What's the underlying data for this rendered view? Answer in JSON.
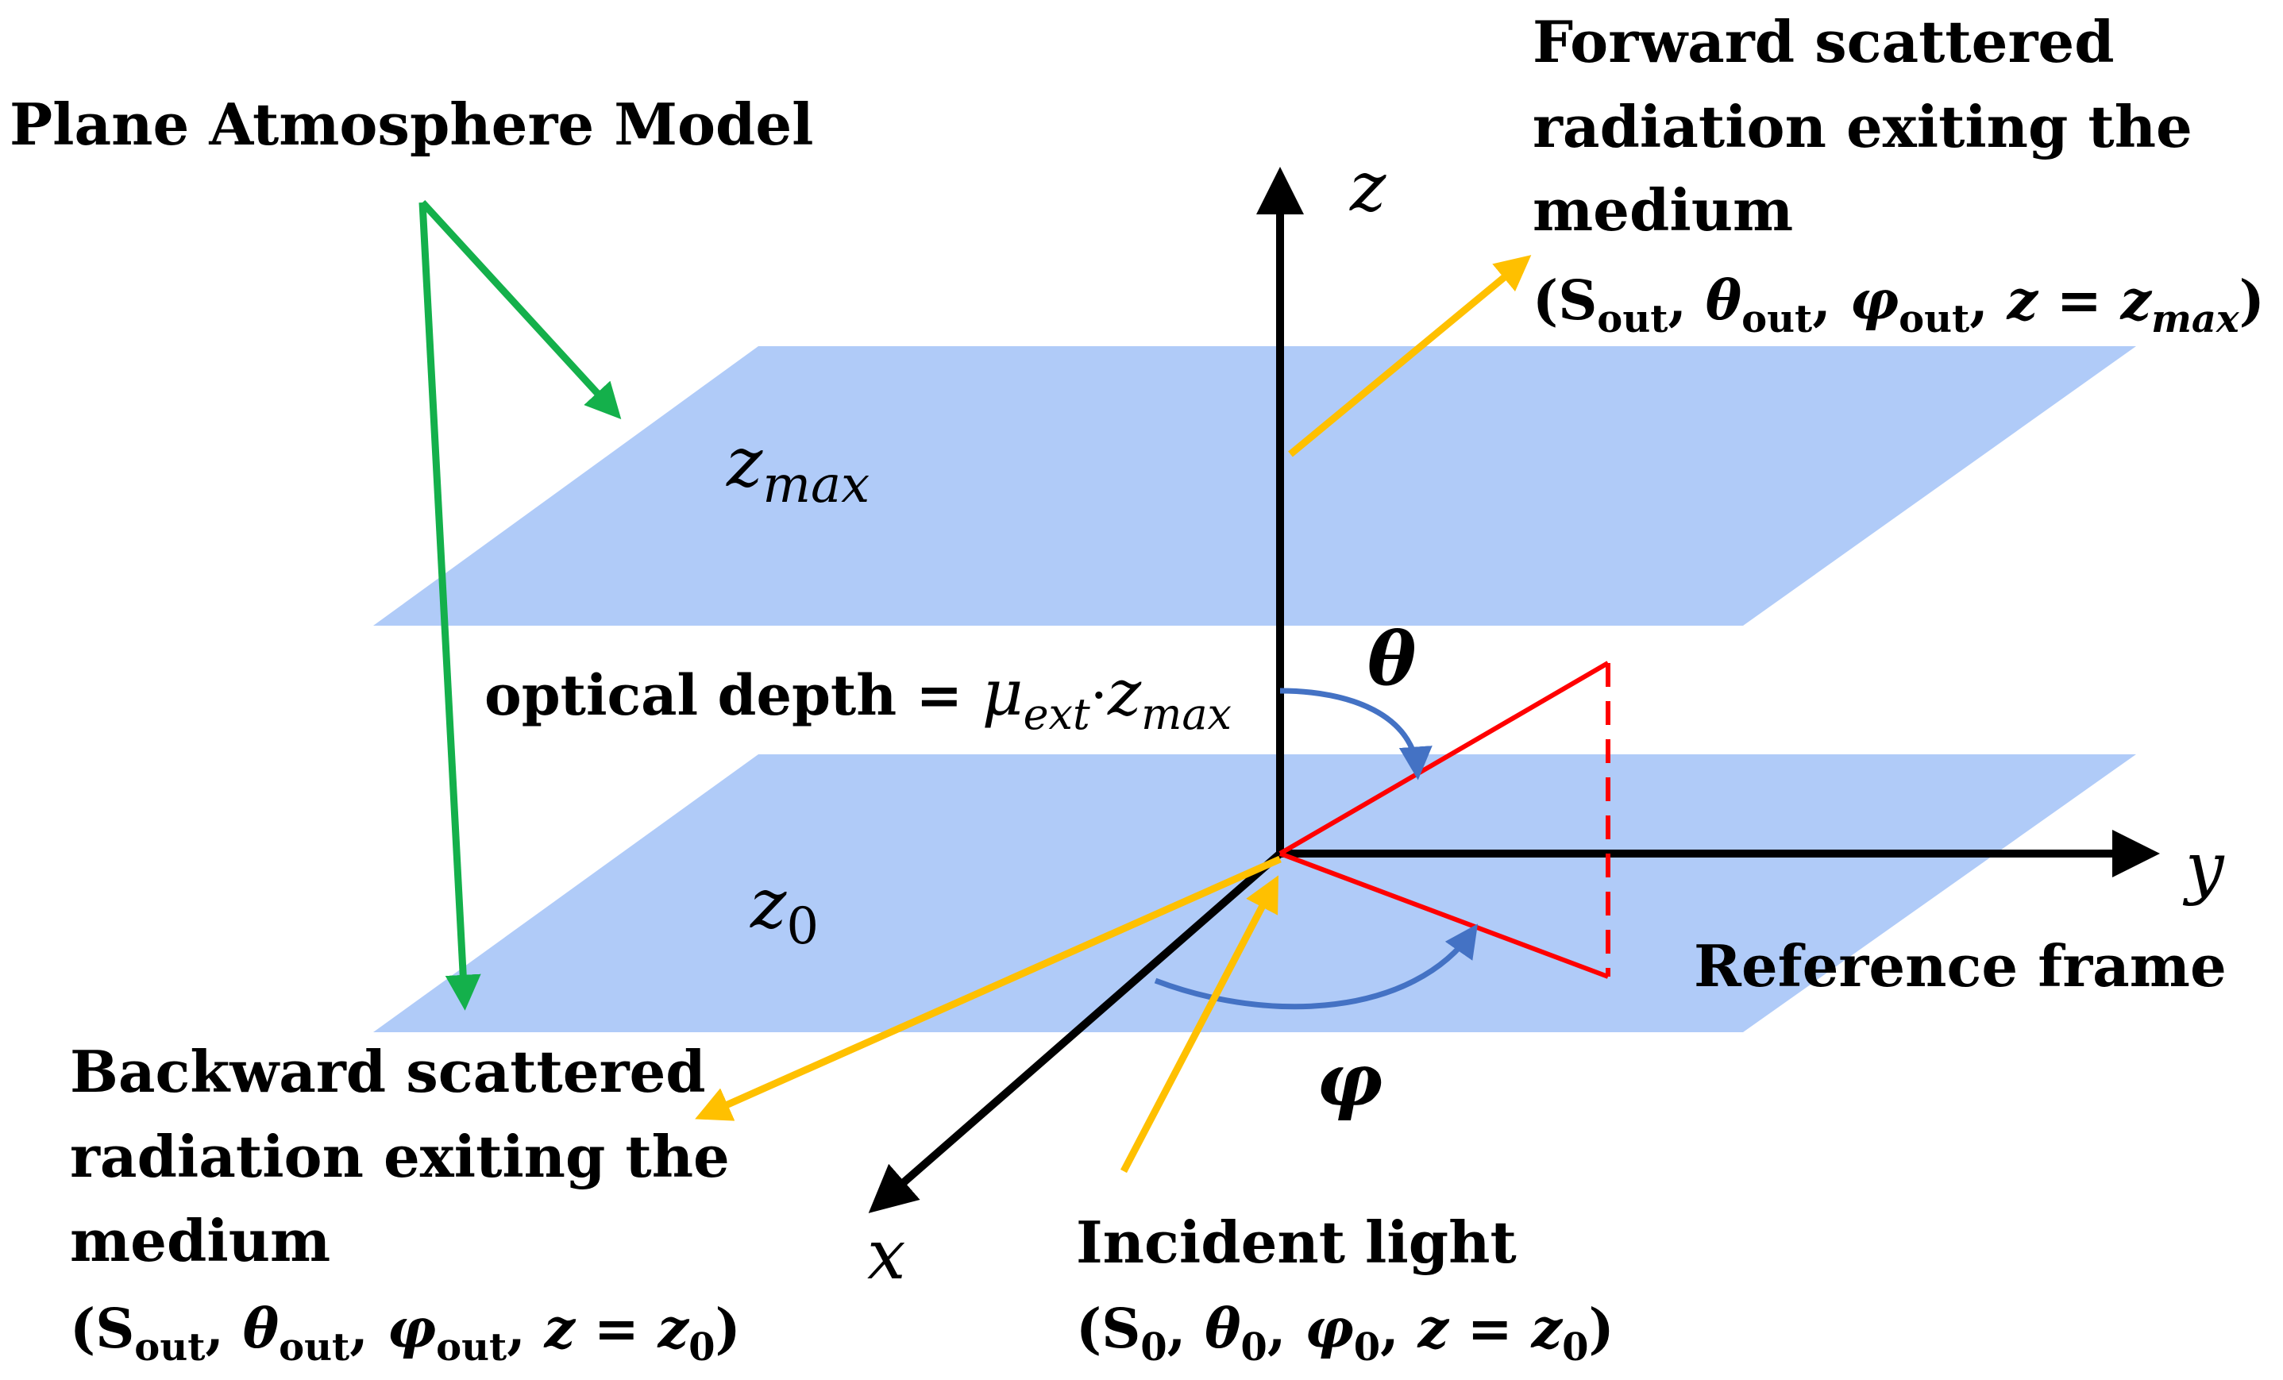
{
  "title": "Plane Atmosphere Model",
  "planes": {
    "top_label": "z",
    "top_sub": "max",
    "bottom_label": "z",
    "bottom_sub": "0"
  },
  "optical_depth": {
    "text": "optical depth = ",
    "mu": "μ",
    "mu_sub": "ext",
    "dot": "·",
    "z": "z",
    "z_sub": "max"
  },
  "axes": {
    "z": "z",
    "y": "y",
    "x": "x"
  },
  "angles": {
    "theta": "θ",
    "phi": "φ"
  },
  "reference_frame": "Reference frame",
  "forward": {
    "line1": "Forward scattered",
    "line2": "radiation exiting the",
    "line3": "medium",
    "tuple": {
      "open": "(",
      "S": "S",
      "S_sub": "out",
      "comma1": ", ",
      "theta": "θ",
      "theta_sub": "out",
      "comma2": ", ",
      "phi": "φ",
      "phi_sub": "out",
      "comma3": ", ",
      "z": "z",
      "eq": " = ",
      "z2": "z",
      "z2_sub": "max",
      "close": ")"
    }
  },
  "backward": {
    "line1": "Backward scattered",
    "line2": "radiation exiting the",
    "line3": "medium",
    "tuple": {
      "open": "(",
      "S": "S",
      "S_sub": "out",
      "comma1": ", ",
      "theta": "θ",
      "theta_sub": "out",
      "comma2": ", ",
      "phi": "φ",
      "phi_sub": "out",
      "comma3": ", ",
      "z": "z",
      "eq": " = ",
      "z2": "z",
      "z2_sub": "0",
      "close": ")"
    }
  },
  "incident": {
    "line1": "Incident light",
    "tuple": {
      "open": "(",
      "S": "S",
      "S_sub": "0",
      "comma1": ", ",
      "theta": "θ",
      "theta_sub": "0",
      "comma2": ", ",
      "phi": "φ",
      "phi_sub": "0",
      "comma3": ", ",
      "z": "z",
      "eq": " = ",
      "z2": "z",
      "z2_sub": "0",
      "close": ")"
    }
  },
  "colors": {
    "plane": "#b0cbf8",
    "green_arrow": "#14b04b",
    "yellow_arrow": "#ffc000",
    "red_line": "#ff0000",
    "blue_arc": "#4472c4",
    "axis": "#000000"
  }
}
